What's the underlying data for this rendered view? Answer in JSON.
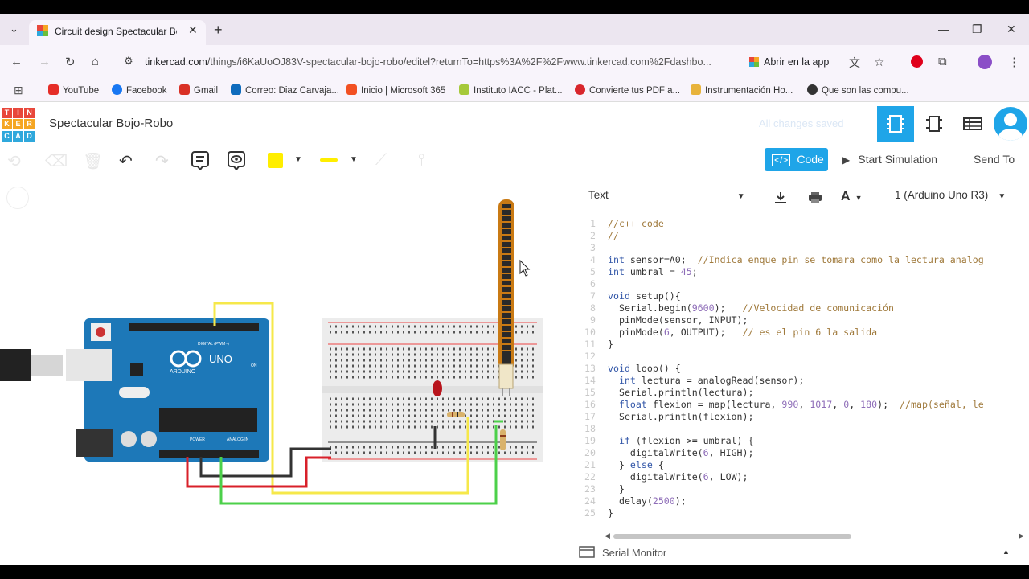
{
  "browser": {
    "tab_title": "Circuit design Spectacular Bojo-Robo - Tinkercad",
    "new_tab": "+",
    "url_domain": "tinkercad.com",
    "url_rest": "/things/i6KaUoOJ83V-spectacular-bojo-robo/editel?returnTo=https%3A%2F%2Fwww.tinkercad.com%2Fdashbo...",
    "open_in_app": "Abrir en la app",
    "bookmarks": [
      {
        "label": "YouTube",
        "color": "#e52d27"
      },
      {
        "label": "Facebook",
        "color": "#1877f2"
      },
      {
        "label": "Gmail",
        "color": "#d93025"
      },
      {
        "label": "Correo: Diaz Carvaja...",
        "color": "#0f6cbd"
      },
      {
        "label": "Inicio | Microsoft 365",
        "color": "#f25022"
      },
      {
        "label": "Instituto IACC - Plat...",
        "color": "#a6c93a"
      },
      {
        "label": "Convierte tus PDF a...",
        "color": "#d8262c"
      },
      {
        "label": "Instrumentación Ho...",
        "color": "#e8b33b"
      },
      {
        "label": "Que son las compu...",
        "color": "#333333"
      }
    ]
  },
  "app": {
    "logo": [
      "T",
      "I",
      "N",
      "K",
      "E",
      "R",
      "C",
      "A",
      "D"
    ],
    "project_title": "Spectacular Bojo-Robo",
    "saved_status": "All changes saved",
    "code_button": "Code",
    "sim_button": "Start Simulation",
    "send_button": "Send To",
    "mode_select": "Text",
    "board_select": "1 (Arduino Uno R3)",
    "serial_monitor": "Serial Monitor"
  },
  "arduino": {
    "brand": "ARDUINO",
    "model": "UNO",
    "digital_label": "DIGITAL (PWM~)",
    "analog_label": "ANALOG IN",
    "power_label": "POWER",
    "on_label": "ON"
  },
  "code_lines": [
    [
      [
        "cm",
        "//c++ code"
      ]
    ],
    [
      [
        "cm",
        "//"
      ]
    ],
    [],
    [
      [
        "kw",
        "int"
      ],
      [
        "txt",
        " sensor=A0;  "
      ],
      [
        "cm",
        "//Indica enque pin se tomara como la lectura analog"
      ]
    ],
    [
      [
        "kw",
        "int"
      ],
      [
        "txt",
        " umbral = "
      ],
      [
        "num",
        "45"
      ],
      [
        "txt",
        ";"
      ]
    ],
    [],
    [
      [
        "kw",
        "void"
      ],
      [
        "txt",
        " setup(){"
      ]
    ],
    [
      [
        "txt",
        "  Serial.begin("
      ],
      [
        "num",
        "9600"
      ],
      [
        "txt",
        ");   "
      ],
      [
        "cm",
        "//Velocidad de comunicación"
      ]
    ],
    [
      [
        "txt",
        "  pinMode(sensor, INPUT);"
      ]
    ],
    [
      [
        "txt",
        "  pinMode("
      ],
      [
        "num",
        "6"
      ],
      [
        "txt",
        ", OUTPUT);   "
      ],
      [
        "cm",
        "// es el pin 6 la salida"
      ]
    ],
    [
      [
        "txt",
        "}"
      ]
    ],
    [],
    [
      [
        "kw",
        "void"
      ],
      [
        "txt",
        " loop() {"
      ]
    ],
    [
      [
        "txt",
        "  "
      ],
      [
        "kw",
        "int"
      ],
      [
        "txt",
        " lectura = analogRead(sensor);"
      ]
    ],
    [
      [
        "txt",
        "  Serial.println(lectura);"
      ]
    ],
    [
      [
        "txt",
        "  "
      ],
      [
        "kw",
        "float"
      ],
      [
        "txt",
        " flexion = map(lectura, "
      ],
      [
        "num",
        "990"
      ],
      [
        "txt",
        ", "
      ],
      [
        "num",
        "1017"
      ],
      [
        "txt",
        ", "
      ],
      [
        "num",
        "0"
      ],
      [
        "txt",
        ", "
      ],
      [
        "num",
        "180"
      ],
      [
        "txt",
        ");  "
      ],
      [
        "cm",
        "//map(señal, le"
      ]
    ],
    [
      [
        "txt",
        "  Serial.println(flexion);"
      ]
    ],
    [],
    [
      [
        "txt",
        "  "
      ],
      [
        "kw",
        "if"
      ],
      [
        "txt",
        " (flexion >= umbral) {"
      ]
    ],
    [
      [
        "txt",
        "    digitalWrite("
      ],
      [
        "num",
        "6"
      ],
      [
        "txt",
        ", HIGH);"
      ]
    ],
    [
      [
        "txt",
        "  } "
      ],
      [
        "kw",
        "else"
      ],
      [
        "txt",
        " {"
      ]
    ],
    [
      [
        "txt",
        "    digitalWrite("
      ],
      [
        "num",
        "6"
      ],
      [
        "txt",
        ", LOW);"
      ]
    ],
    [
      [
        "txt",
        "  }"
      ]
    ],
    [
      [
        "txt",
        "  delay("
      ],
      [
        "num",
        "2500"
      ],
      [
        "txt",
        ");"
      ]
    ],
    [
      [
        "txt",
        "}"
      ]
    ]
  ]
}
